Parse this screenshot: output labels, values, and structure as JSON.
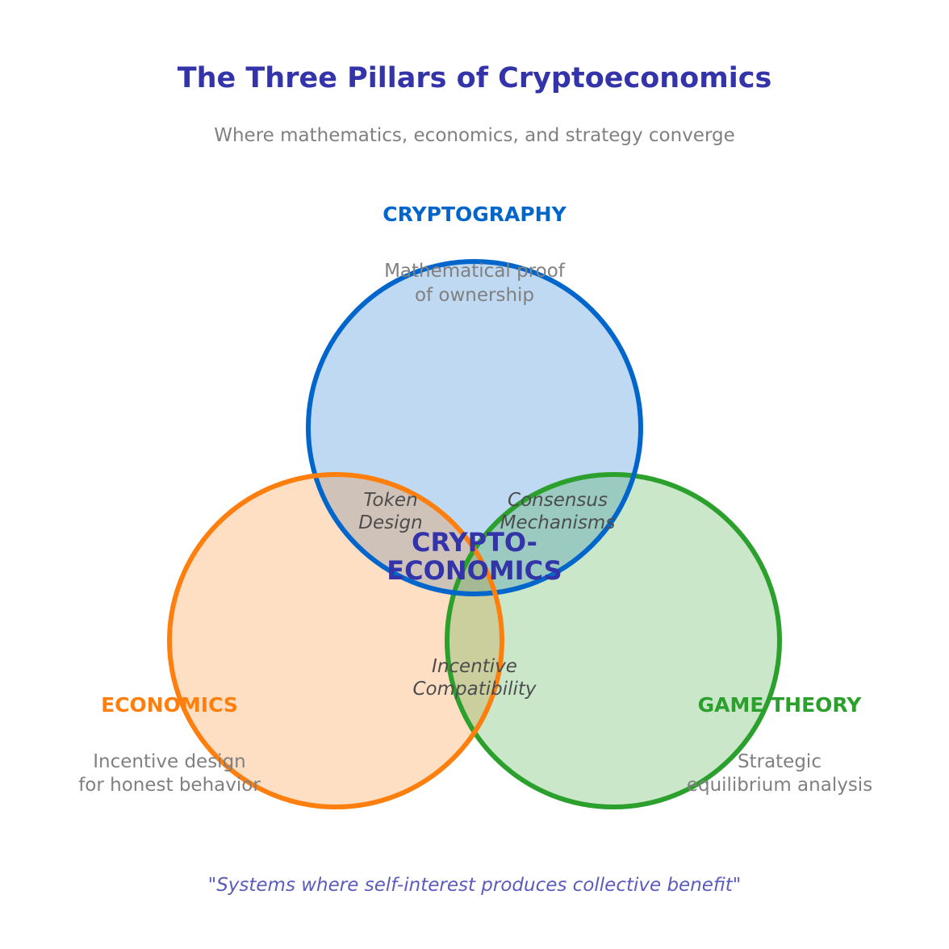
{
  "header": {
    "title": "The Three Pillars of Cryptoeconomics",
    "subtitle": "Where mathematics, economics, and strategy converge"
  },
  "pillars": [
    {
      "name": "CRYPTOGRAPHY",
      "desc_line1": "Mathematical proof",
      "desc_line2": "of ownership",
      "stroke": "#0066cc",
      "fill": "#bed7f0"
    },
    {
      "name": "ECONOMICS",
      "desc_line1": "Incentive design",
      "desc_line2": "for honest behavior",
      "stroke": "#ff7f0e",
      "fill": "#ffddc2"
    },
    {
      "name": "GAME THEORY",
      "desc_line1": "Strategic",
      "desc_line2": "equilibrium analysis",
      "stroke": "#2ca02c",
      "fill": "#cae6ca"
    }
  ],
  "overlaps": {
    "crypto_econ": {
      "line1": "Token",
      "line2": "Design"
    },
    "crypto_game": {
      "line1": "Consensus",
      "line2": "Mechanisms"
    },
    "econ_game": {
      "line1": "Incentive",
      "line2": "Compatibility"
    }
  },
  "center": {
    "line1": "CRYPTO-",
    "line2": "ECONOMICS"
  },
  "footer": {
    "quote": "\"Systems where self-interest produces collective benefit\""
  }
}
